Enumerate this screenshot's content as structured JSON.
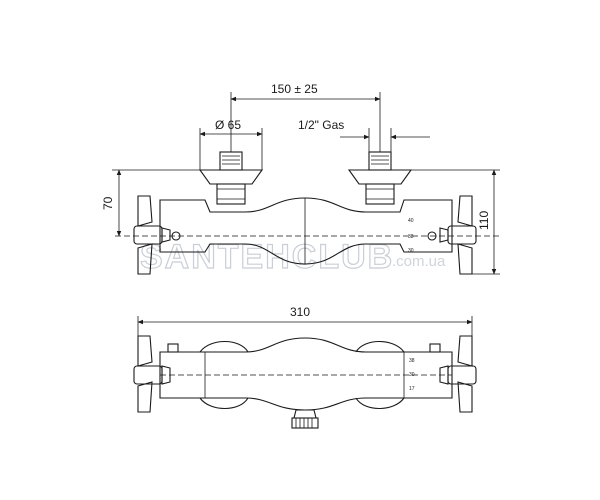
{
  "dimensions": {
    "inlet_spacing": "150 ± 25",
    "inlet_diameter": "Ø 65",
    "thread": "1/2\" Gas",
    "height_axis": "70",
    "total_height": "110",
    "total_width": "310"
  },
  "temperature_scale_front": [
    "40",
    "38",
    "30"
  ],
  "temperature_scale_top": [
    "38",
    "30",
    "17"
  ],
  "watermark": {
    "main": "SANTEHCLUB",
    "sub": ".com.ua"
  },
  "colors": {
    "line": "#1a1a1a",
    "watermark": "#c9cfd6"
  }
}
